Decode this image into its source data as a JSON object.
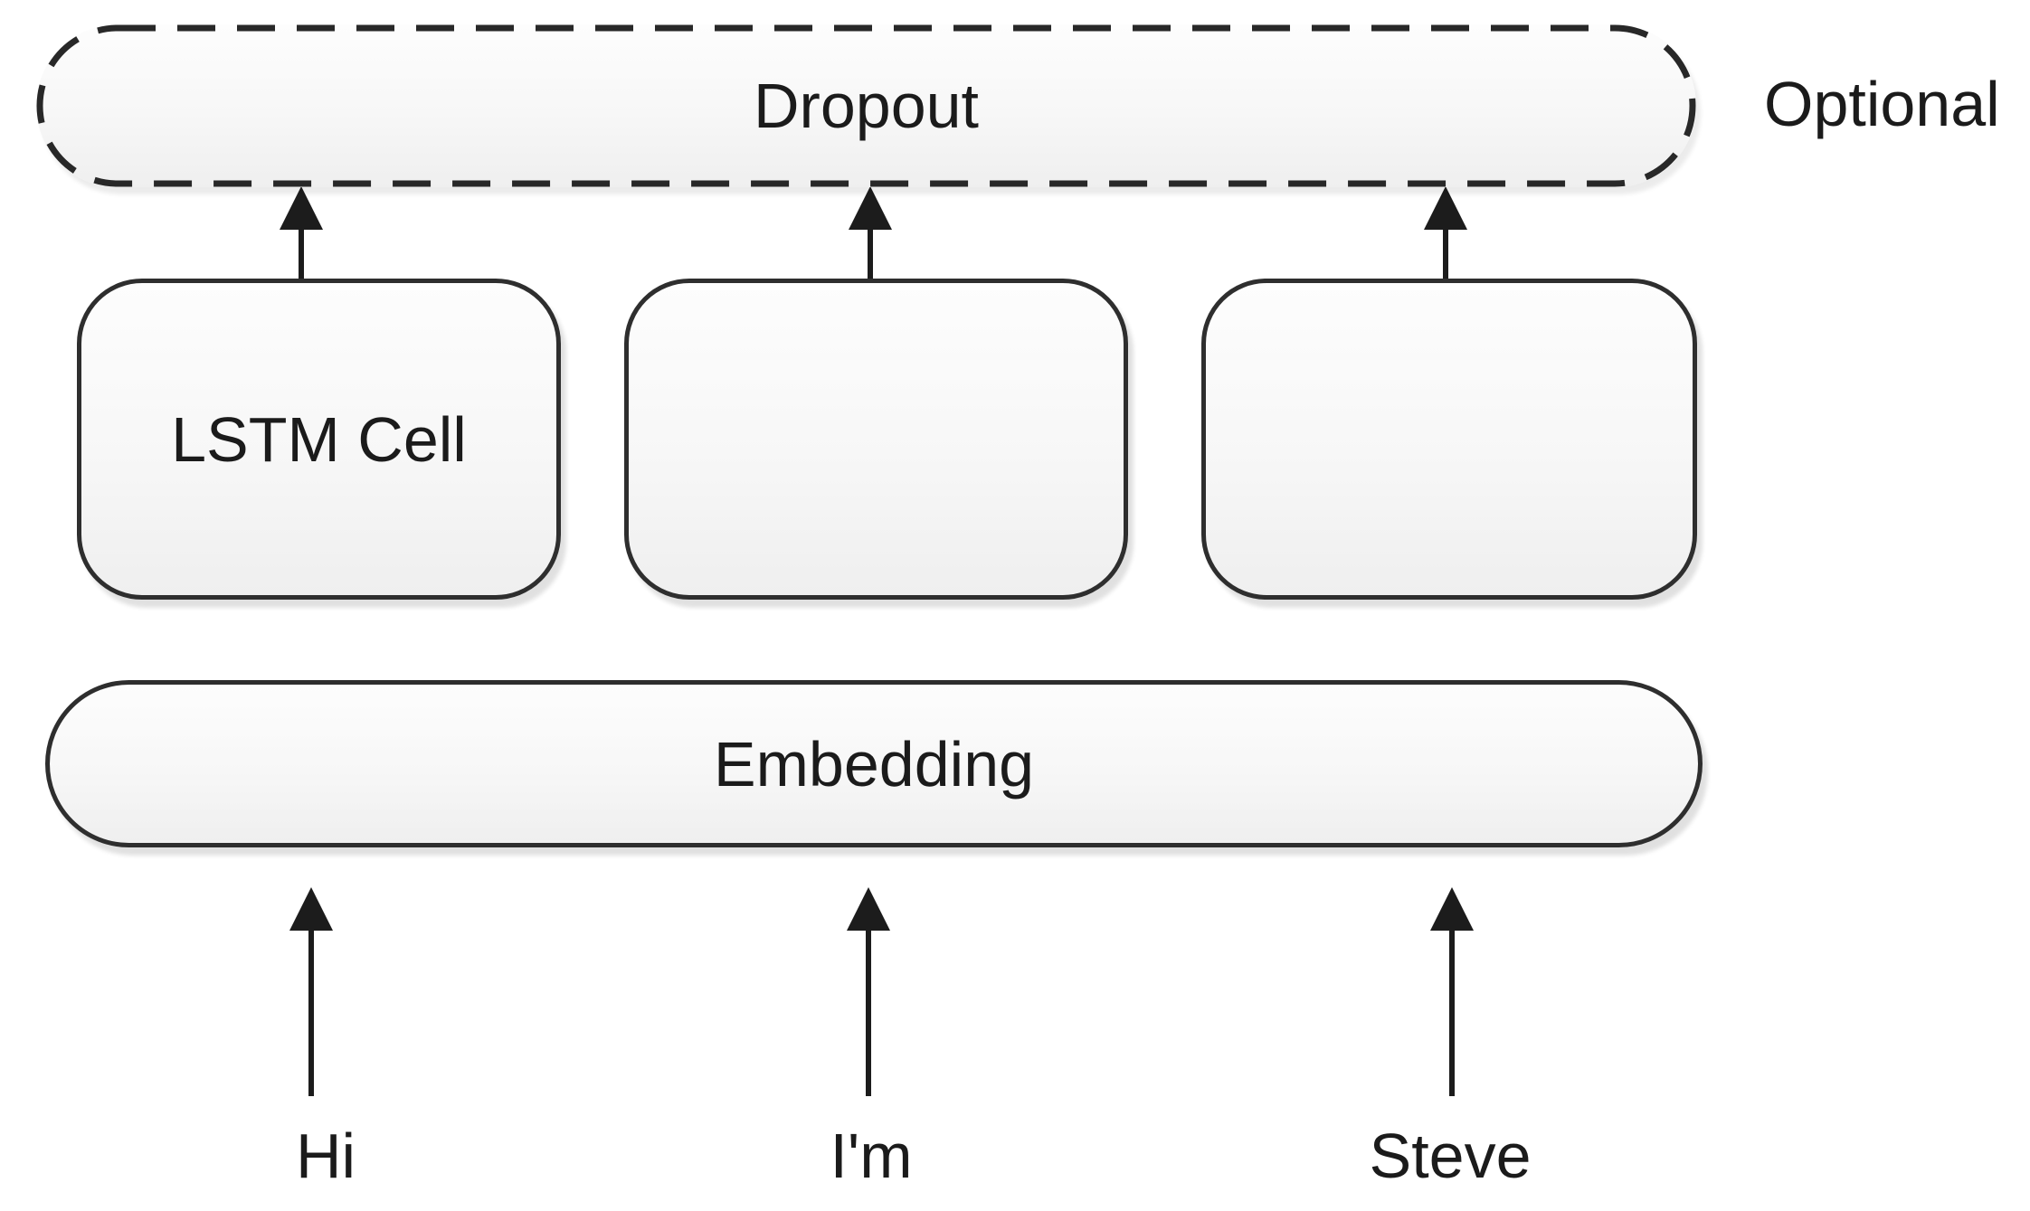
{
  "diagram": {
    "title_hint": "LSTM language model layer diagram",
    "dropout": {
      "label": "Dropout"
    },
    "optional_label": "Optional",
    "lstm_cells": [
      {
        "label": "LSTM Cell"
      },
      {
        "label": ""
      },
      {
        "label": ""
      }
    ],
    "embedding": {
      "label": "Embedding"
    },
    "input_tokens": [
      "Hi",
      "I'm",
      "Steve"
    ],
    "colors": {
      "background": "#ffffff",
      "box_border": "#2e2e2e",
      "box_fill_top": "#fdfdfd",
      "box_fill_bottom": "#efefef",
      "arrow": "#1c1c1c",
      "text": "#1b1b1b"
    }
  }
}
